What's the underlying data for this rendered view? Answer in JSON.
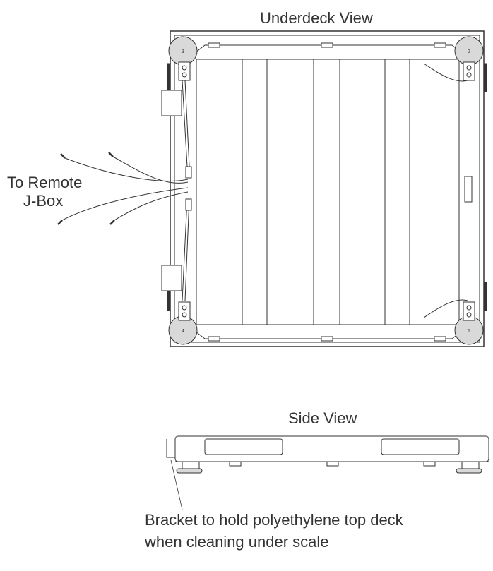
{
  "labels": {
    "underdeck_view": "Underdeck View",
    "remote_line1": "To Remote",
    "remote_line2": "J-Box",
    "side_view": "Side View",
    "bracket_line1": "Bracket to hold polyethylene top deck",
    "bracket_line2": "when cleaning under scale"
  },
  "corner_numbers": [
    "1",
    "2",
    "3",
    "4"
  ],
  "colors": {
    "line": "#333333",
    "pad": "#d9d9d9",
    "accent": "#111111"
  }
}
